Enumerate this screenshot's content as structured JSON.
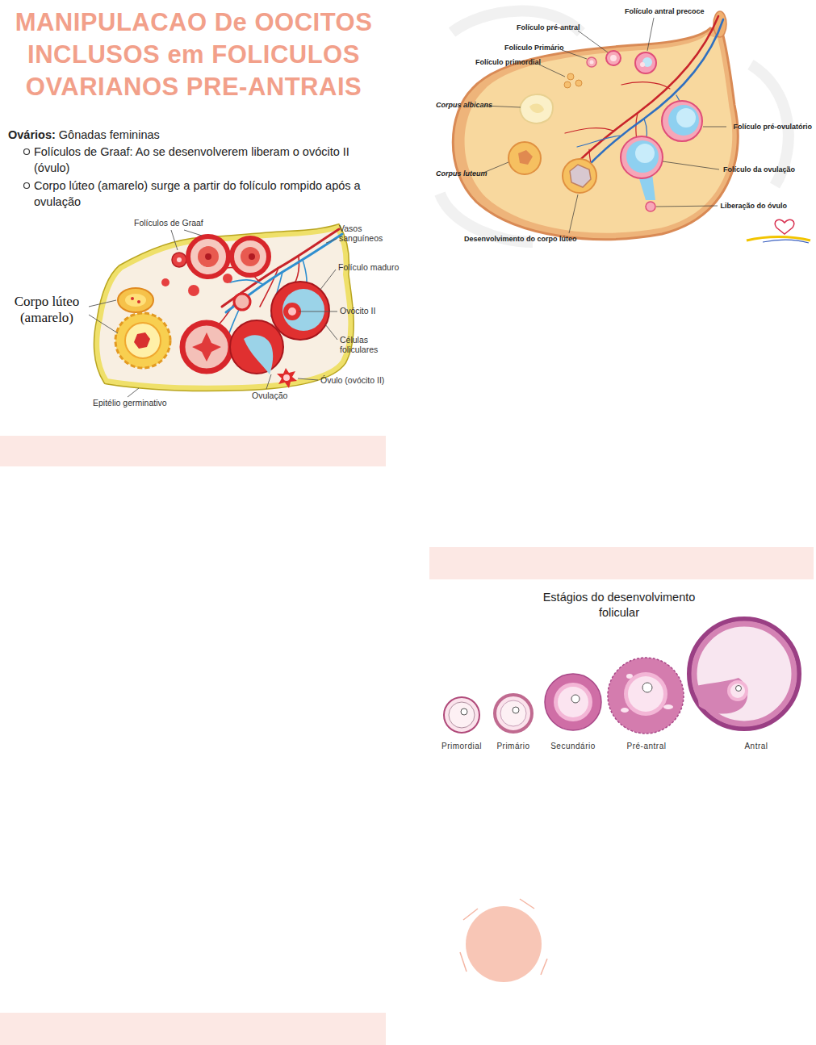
{
  "diagram": {
    "title": "MANIPULACAO De OOCITOS INCLUSOS em FOLICULOS OVARIANOS PRE-ANTRAIS",
    "labels": [
      "Ovários:",
      "Gônadas femininas",
      "Folículos de Graaf: Ao se desenvolverem liberam o ovócito II (óvulo)",
      "Corpo lúteo (amarelo) surge a partir do folículo rompido após a ovulação",
      "Folículos de Graaf",
      "Vasos sanguíneos",
      "Folículo maduro",
      "Corpo lúteo (amarelo)",
      "Ovócito II",
      "Células foliculares",
      "Óvulo (ovócito II)",
      "Ovulação",
      "Epitélio germinativo",
      "Folículo antral precoce",
      "Folículo pré-antral",
      "Folículo Primário",
      "Folículo primordial",
      "Corpus albicans",
      "Folículo pré-ovulatório",
      "Corpus luteum",
      "Folículo da ovulação",
      "Liberação do óvulo",
      "Desenvolvimento do corpo lúteo",
      "Estágios do desenvolvimento folicular",
      "Primordial",
      "Primário",
      "Secundário",
      "Pré-antral",
      "Antral"
    ]
  }
}
